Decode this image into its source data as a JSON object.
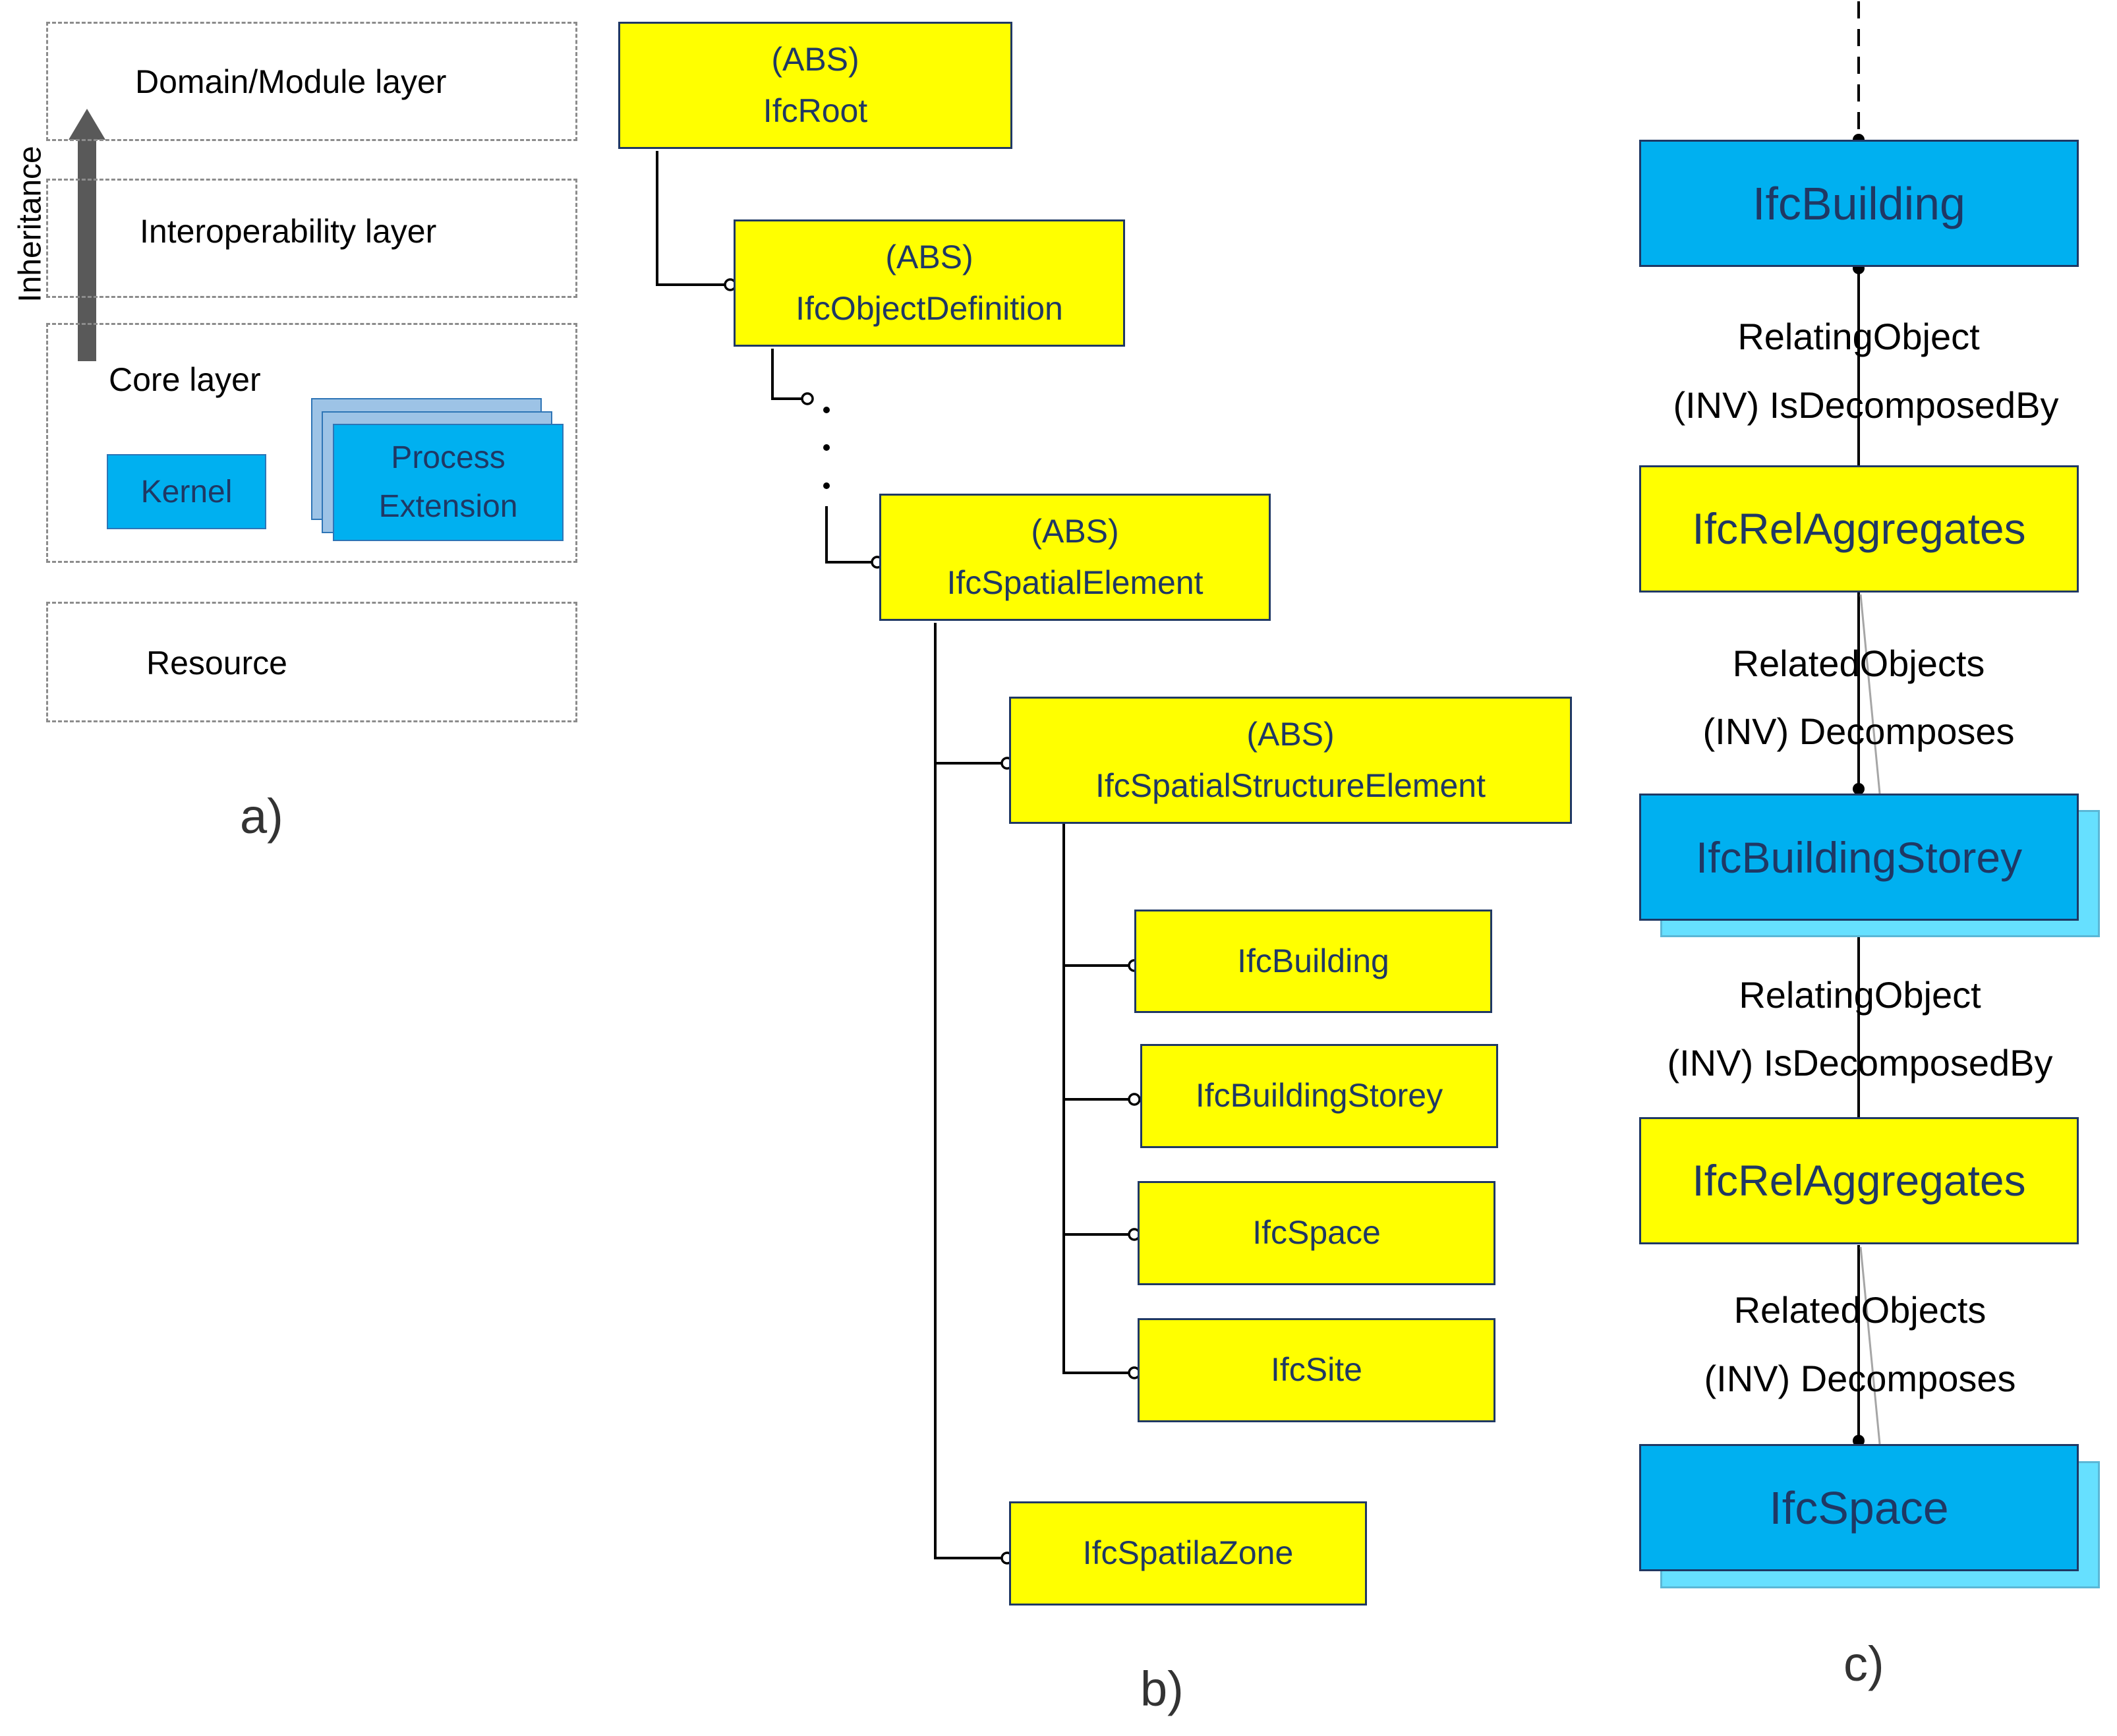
{
  "panel_a": {
    "layers": {
      "domain": "Domain/Module layer",
      "interop": "Interoperability layer",
      "core": "Core layer",
      "resource": "Resource"
    },
    "arrow_label": "Inheritance",
    "kernel": "Kernel",
    "process_line1": "Process",
    "process_line2": "Extension",
    "caption": "a)"
  },
  "panel_b": {
    "abs_tag": "(ABS)",
    "root": "IfcRoot",
    "object_definition": "IfcObjectDefinition",
    "spatial_element": "IfcSpatialElement",
    "spatial_structure_element": "IfcSpatialStructureElement",
    "children": [
      "IfcBuilding",
      "IfcBuildingStorey",
      "IfcSpace",
      "IfcSite"
    ],
    "spatial_zone": "IfcSpatilaZone",
    "caption": "b)"
  },
  "panel_c": {
    "building": "IfcBuilding",
    "rel_aggregates": "IfcRelAggregates",
    "building_storey": "IfcBuildingStorey",
    "space": "IfcSpace",
    "relating_object": "RelatingObject",
    "is_decomposed_by": "(INV) IsDecomposedBy",
    "related_objects": "RelatedObjects",
    "decomposes": "(INV) Decomposes",
    "caption": "c)"
  },
  "colors": {
    "yellow": "#ffff00",
    "blue": "#00b0f0",
    "border": "#1f3864"
  }
}
